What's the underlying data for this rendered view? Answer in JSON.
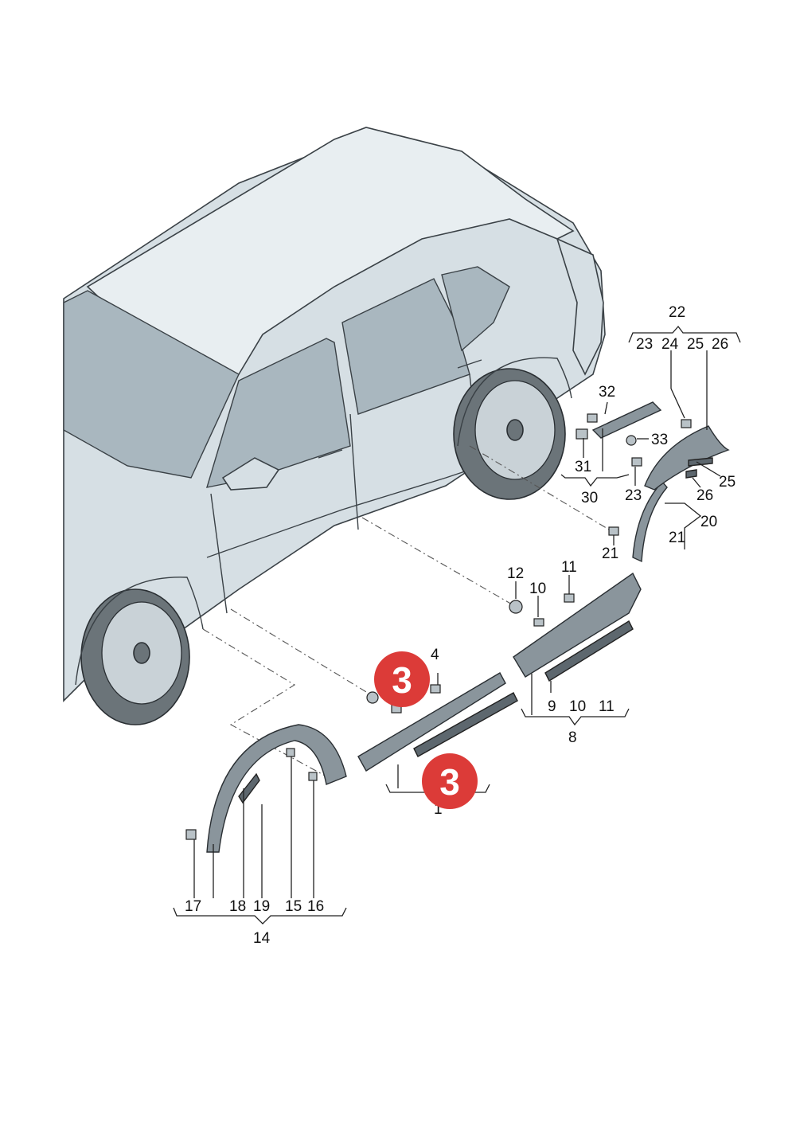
{
  "callouts": [
    {
      "text": "1"
    },
    {
      "text": "3"
    },
    {
      "text": "3"
    },
    {
      "text": "4"
    },
    {
      "text": "8"
    },
    {
      "text": "9"
    },
    {
      "text": "10"
    },
    {
      "text": "11"
    },
    {
      "text": "10"
    },
    {
      "text": "11"
    },
    {
      "text": "12"
    },
    {
      "text": "14"
    },
    {
      "text": "15"
    },
    {
      "text": "16"
    },
    {
      "text": "17"
    },
    {
      "text": "18"
    },
    {
      "text": "19"
    },
    {
      "text": "20"
    },
    {
      "text": "21"
    },
    {
      "text": "21"
    },
    {
      "text": "22"
    },
    {
      "text": "23"
    },
    {
      "text": "24"
    },
    {
      "text": "25"
    },
    {
      "text": "26"
    },
    {
      "text": "23"
    },
    {
      "text": "25"
    },
    {
      "text": "26"
    },
    {
      "text": "30"
    },
    {
      "text": "31"
    },
    {
      "text": "32"
    },
    {
      "text": "33"
    }
  ],
  "badges": [
    {
      "text": "3",
      "color": "#dc3b38"
    },
    {
      "text": "3",
      "color": "#dc3b38"
    }
  ]
}
